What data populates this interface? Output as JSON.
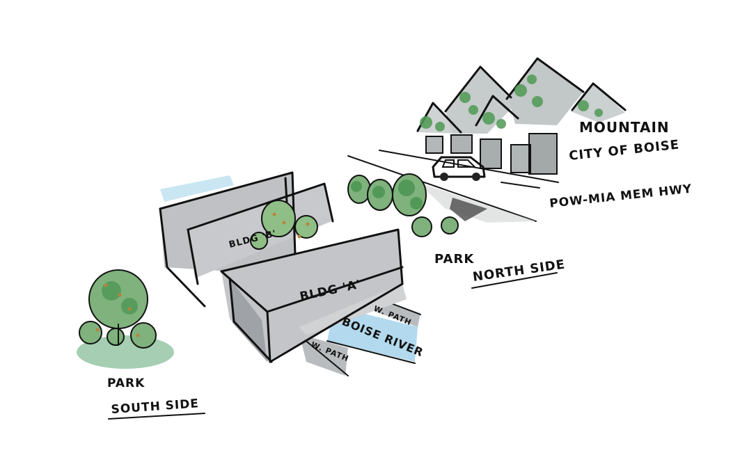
{
  "labels": {
    "mountain": "MOUNTAIN",
    "city": "CITY OF BOISE",
    "highway": "POW-MIA MEM HWY",
    "park_north": "PARK",
    "north_side": "NORTH SIDE",
    "bldg_b": "BLDG 'B'",
    "bldg_a": "BLDG 'A'",
    "w_path_north": "W. PATH",
    "river": "BOISE RIVER",
    "w_path_south": "W. PATH",
    "park_south": "PARK",
    "south_side": "SOUTH SIDE"
  },
  "colors": {
    "ink": "#111111",
    "tree_green": "#3f8f4a",
    "tree_light": "#a8c9a4",
    "autumn_dot": "#b8843a",
    "concrete": "#b9b9bd",
    "river_blue": "#9fd0e8",
    "mountain_grey": "#c8cccc",
    "lawn": "#8fc2a0"
  }
}
